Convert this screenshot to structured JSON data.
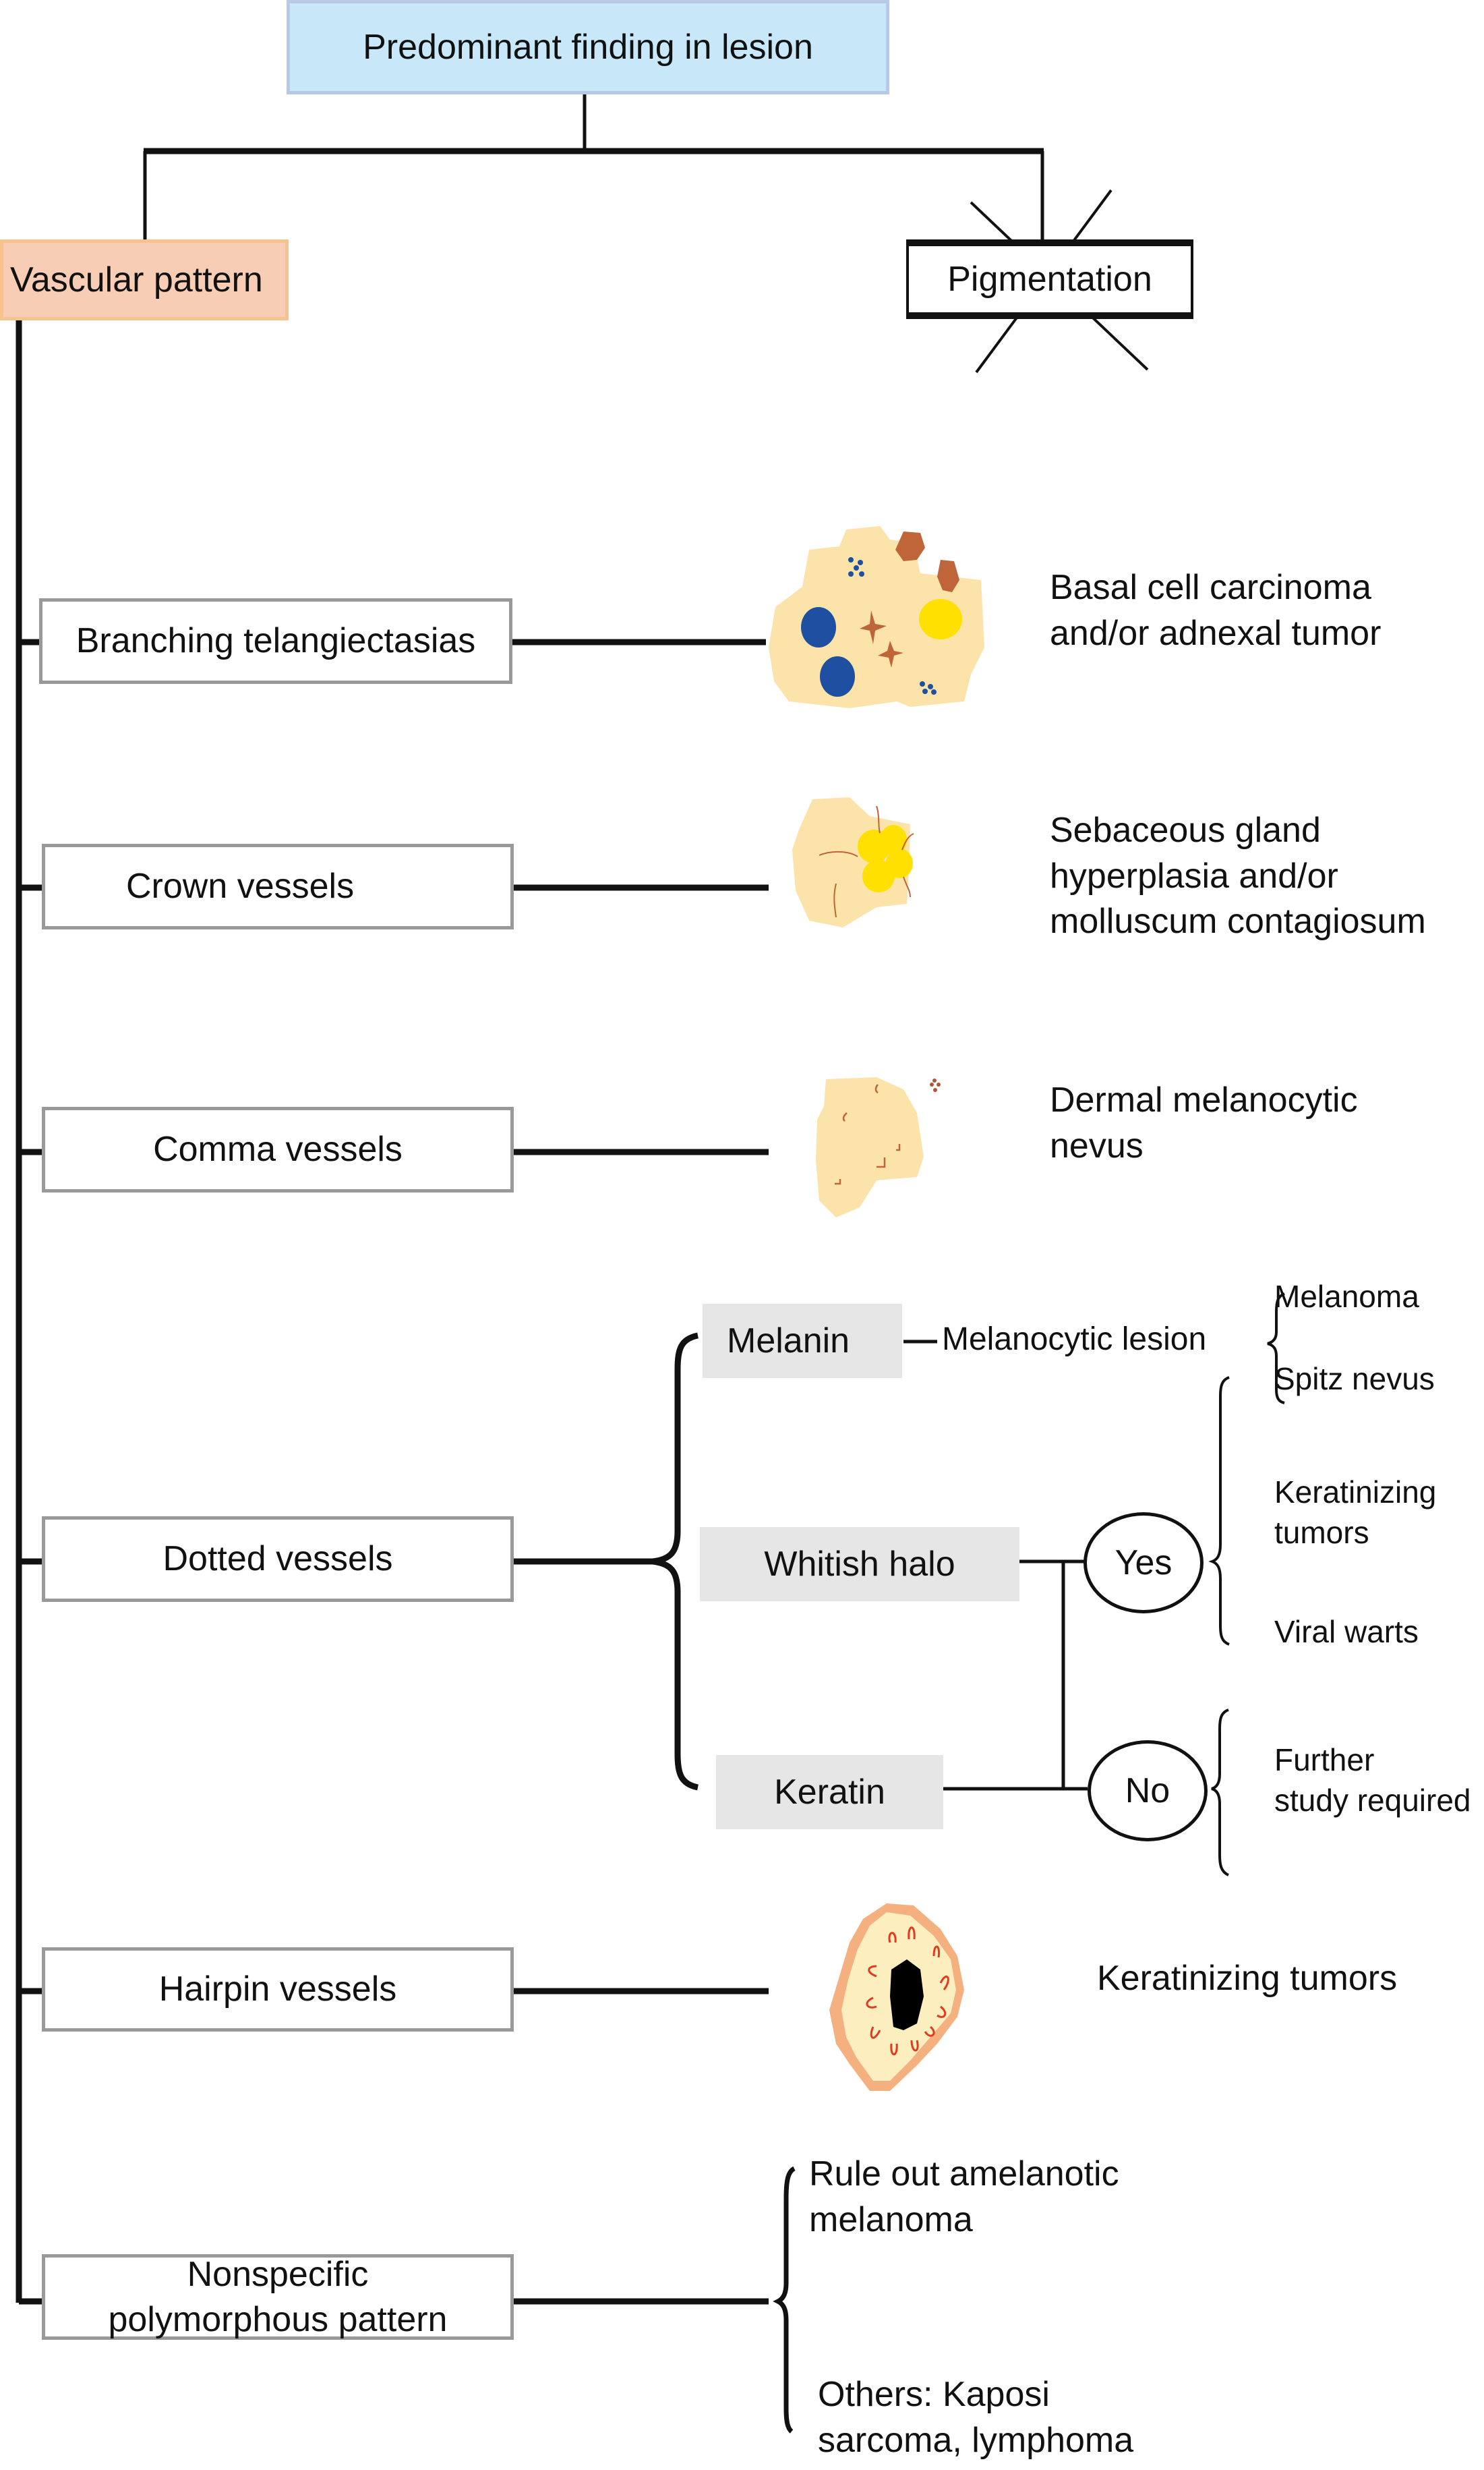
{
  "root": {
    "label": "Predominant finding in lesion"
  },
  "branches": {
    "vascular": "Vascular pattern",
    "pigmentation": {
      "label": "Pigmentation",
      "crossed_out": true
    }
  },
  "patterns": [
    {
      "label": "Branching telangiectasias",
      "result": [
        "Basal cell carcinoma",
        "and/or adnexal tumor"
      ],
      "illustration": "bcc-lesion-icon"
    },
    {
      "label": "Crown vessels",
      "result": [
        "Sebaceous gland",
        "hyperplasia and/or",
        "molluscum contagiosum"
      ],
      "illustration": "crown-vessels-lesion-icon"
    },
    {
      "label": "Comma vessels",
      "result": [
        "Dermal melanocytic",
        "nevus"
      ],
      "illustration": "comma-vessels-lesion-icon"
    },
    {
      "label": "Dotted vessels"
    },
    {
      "label": "Hairpin vessels",
      "result": [
        "Keratinizing tumors"
      ],
      "illustration": "hairpin-vessels-lesion-icon"
    },
    {
      "label": "Nonspecific polymorphous pattern",
      "label_lines": [
        "Nonspecific",
        "polymorphous pattern"
      ]
    }
  ],
  "dotted": {
    "melanin": {
      "label": "Melanin",
      "result": "Melanocytic lesion",
      "outcomes": [
        "Melanoma",
        "Spitz nevus"
      ]
    },
    "whitish_halo": {
      "label": "Whitish halo"
    },
    "keratin": {
      "label": "Keratin"
    },
    "yes": {
      "label": "Yes",
      "outcomes": [
        [
          "Keratinizing",
          "tumors"
        ],
        [
          "Viral warts"
        ]
      ]
    },
    "no": {
      "label": "No",
      "outcomes": [
        [
          "Further",
          "study required"
        ]
      ]
    }
  },
  "nonspecific_outcomes": [
    [
      "Rule out amelanotic",
      "melanoma"
    ],
    [
      "Others: Kaposi",
      "sarcoma, lymphoma"
    ]
  ],
  "colors": {
    "root_fill": "#c8e8f9",
    "vascular_fill": "#f8cdb6",
    "grey_box": "#e6e6e6",
    "lesion_skin": "#fbe3a9",
    "lesion_blue": "#1f4fa0",
    "lesion_brown": "#c0643a",
    "lesion_yellow": "#ffe000"
  }
}
